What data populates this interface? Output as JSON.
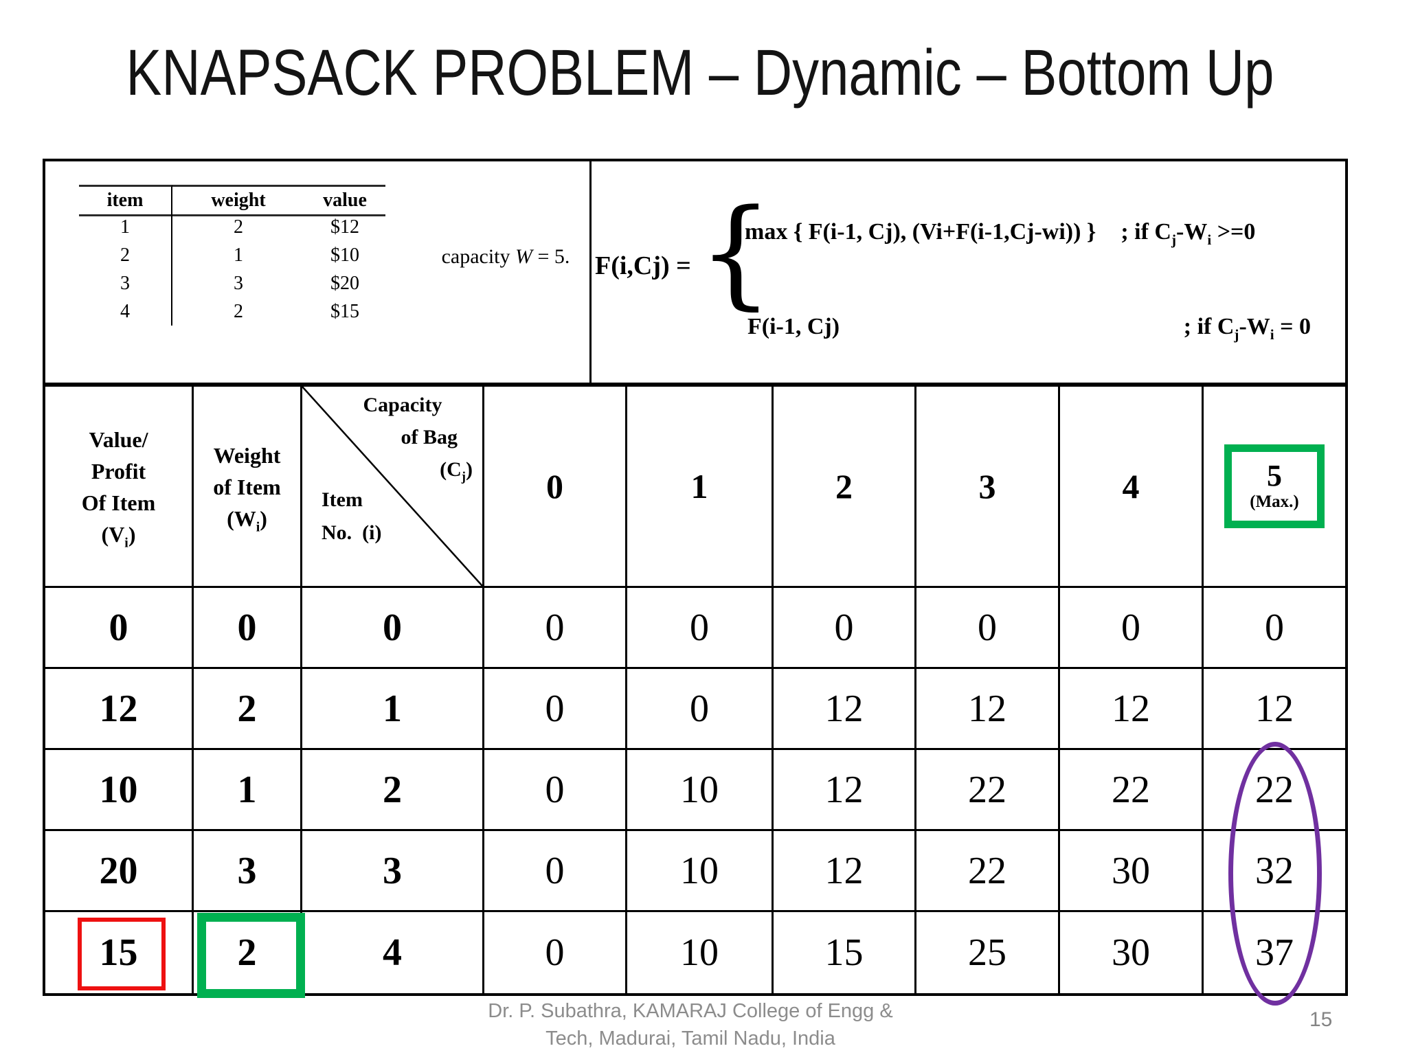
{
  "slide": {
    "title": "KNAPSACK PROBLEM – Dynamic – Bottom Up"
  },
  "items": {
    "headers": [
      "item",
      "weight",
      "value"
    ],
    "rows": [
      [
        "1",
        "2",
        "$12"
      ],
      [
        "2",
        "1",
        "$10"
      ],
      [
        "3",
        "3",
        "$20"
      ],
      [
        "4",
        "2",
        "$15"
      ]
    ],
    "capacity": {
      "pre": "capacity ",
      "var": "W",
      "post": " = 5."
    }
  },
  "formula": {
    "lhs": "F(i,Cj) =",
    "brace": "{",
    "case1": {
      "expr": "max { F(i-1, Cj), (Vi+F(i-1,Cj-wi)) }",
      "cond_pre": "; if C",
      "sub1": "j",
      "mid": "-W",
      "sub2": "i",
      "cond_post": " >=0"
    },
    "case2": {
      "expr": "F(i-1, Cj)",
      "cond_pre": "; if C",
      "sub1": "j",
      "mid": "-W",
      "sub2": "i",
      "cond_post": " = 0"
    }
  },
  "dp": {
    "header": {
      "value_l1": "Value/",
      "value_l2": "Profit",
      "value_l3": "Of Item",
      "value_sym_pre": "(V",
      "value_sym_sub": "i",
      "value_sym_post": ")",
      "weight_l1": "Weight",
      "weight_l2": "of Item",
      "weight_sym_pre": "(W",
      "weight_sym_sub": "i",
      "weight_sym_post": ")",
      "diag_top1": "Capacity",
      "diag_top2": "of Bag",
      "diag_sym_pre": "(C",
      "diag_sym_sub": "j",
      "diag_sym_post": ")",
      "diag_bottom1": "Item",
      "diag_bottom2": "No.  (i)",
      "cols": [
        "0",
        "1",
        "2",
        "3",
        "4"
      ],
      "max_num": "5",
      "max_label": "(Max.)"
    },
    "rows": [
      {
        "v": "0",
        "w": "0",
        "i": "0",
        "cells": [
          "0",
          "0",
          "0",
          "0",
          "0",
          "0"
        ]
      },
      {
        "v": "12",
        "w": "2",
        "i": "1",
        "cells": [
          "0",
          "0",
          "12",
          "12",
          "12",
          "12"
        ]
      },
      {
        "v": "10",
        "w": "1",
        "i": "2",
        "cells": [
          "0",
          "10",
          "12",
          "22",
          "22",
          "22"
        ]
      },
      {
        "v": "20",
        "w": "3",
        "i": "3",
        "cells": [
          "0",
          "10",
          "12",
          "22",
          "30",
          "32"
        ]
      },
      {
        "v": "15",
        "w": "2",
        "i": "4",
        "cells": [
          "0",
          "10",
          "15",
          "25",
          "30",
          "37"
        ]
      }
    ]
  },
  "annotations": {
    "max_capacity_highlight": "green box around column 5 header",
    "value_highlight": "red box around 15",
    "weight_highlight": "green box around 2",
    "answer_highlight": "purple ellipse around 32 and 37"
  },
  "footer": {
    "line1": "Dr. P. Subathra, KAMARAJ College of Engg &",
    "line2": "Tech, Madurai, Tamil Nadu, India",
    "page": "15"
  },
  "colors": {
    "annotation_green": "#00B050",
    "annotation_red": "#EE1111",
    "annotation_purple": "#7030A0",
    "footer_gray": "#8C8C8C",
    "border_black": "#000000"
  }
}
